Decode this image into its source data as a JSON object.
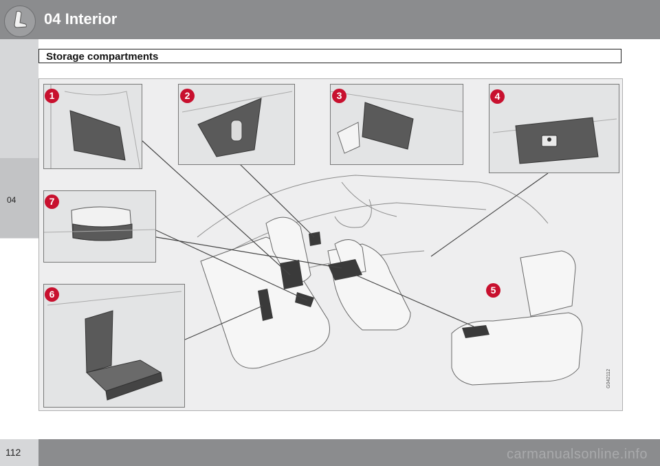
{
  "header": {
    "title": "04 Interior",
    "icon": "seat-icon",
    "color": "#8b8c8e"
  },
  "section": {
    "title": "Storage compartments"
  },
  "side_tab": {
    "label": "04"
  },
  "figure": {
    "code": "G042112",
    "badges": [
      "1",
      "2",
      "3",
      "4",
      "5",
      "6",
      "7"
    ],
    "badge_color": "#c8102e"
  },
  "footer": {
    "page_number": "112",
    "watermark": "carmanualsonline.info"
  }
}
